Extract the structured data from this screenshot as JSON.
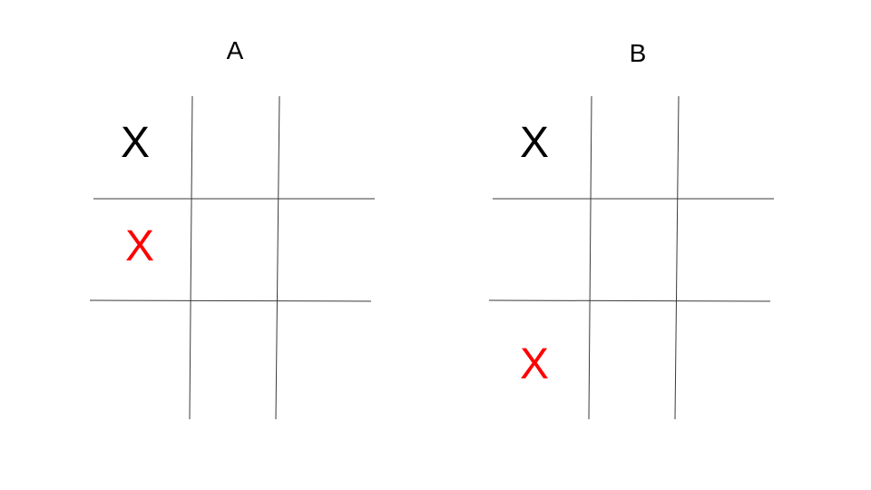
{
  "boards": [
    {
      "label": "A",
      "marks": [
        {
          "symbol": "X",
          "color": "#000000",
          "cell": "top-left"
        },
        {
          "symbol": "X",
          "color": "#ff0000",
          "cell": "middle-left"
        }
      ]
    },
    {
      "label": "B",
      "marks": [
        {
          "symbol": "X",
          "color": "#000000",
          "cell": "top-left"
        },
        {
          "symbol": "X",
          "color": "#ff0000",
          "cell": "bottom-left"
        }
      ]
    }
  ]
}
